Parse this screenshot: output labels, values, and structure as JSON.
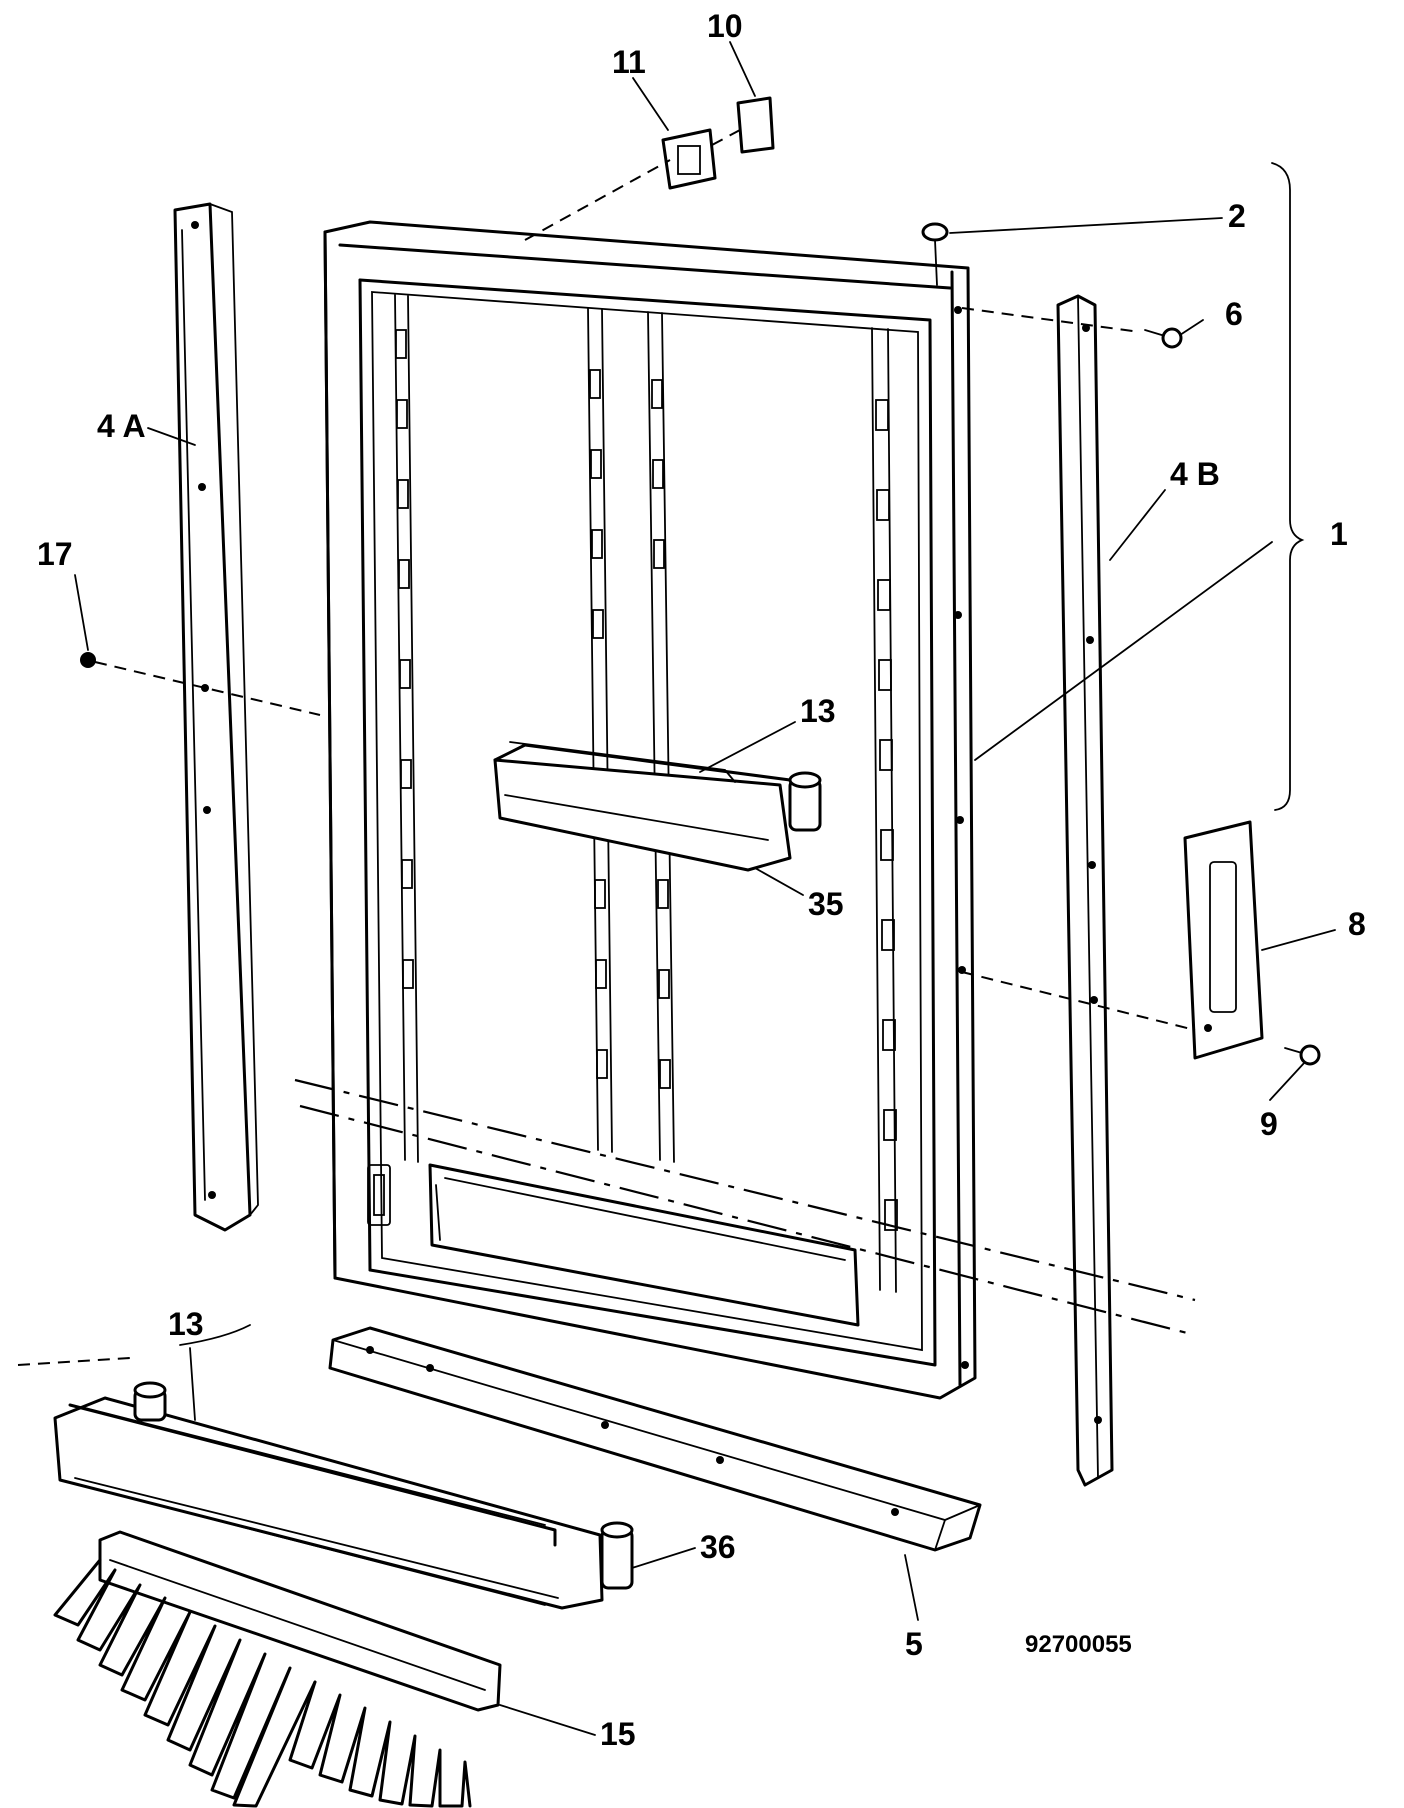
{
  "callouts": {
    "c10": "10",
    "c11": "11",
    "c2": "2",
    "c6": "6",
    "c4a": "4 A",
    "c4b": "4 B",
    "c1": "1",
    "c17": "17",
    "c13_upper": "13",
    "c35": "35",
    "c8": "8",
    "c9": "9",
    "c13_lower": "13",
    "c36": "36",
    "c5": "5",
    "c15": "15"
  },
  "document_number": "92700055"
}
